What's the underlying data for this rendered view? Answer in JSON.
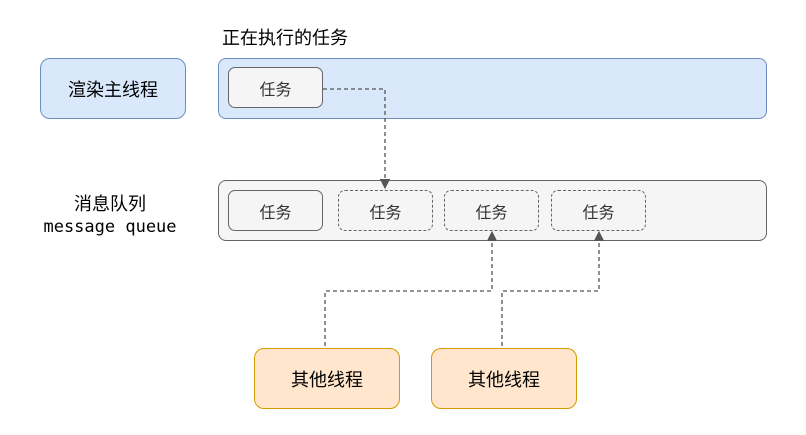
{
  "exec_label": "正在执行的任务",
  "main_thread": "渲染主线程",
  "running_task": "任务",
  "queue_label_zh": "消息队列",
  "queue_label_en": "message queue",
  "queue_tasks": [
    "任务",
    "任务",
    "任务",
    "任务"
  ],
  "other_threads": [
    "其他线程",
    "其他线程"
  ],
  "colors": {
    "main_fill": "#dae8fc",
    "main_stroke": "#6c8ebf",
    "queue_fill": "#f5f5f5",
    "queue_stroke": "#666666",
    "other_fill": "#ffe6cc",
    "other_stroke": "#d79b00"
  }
}
